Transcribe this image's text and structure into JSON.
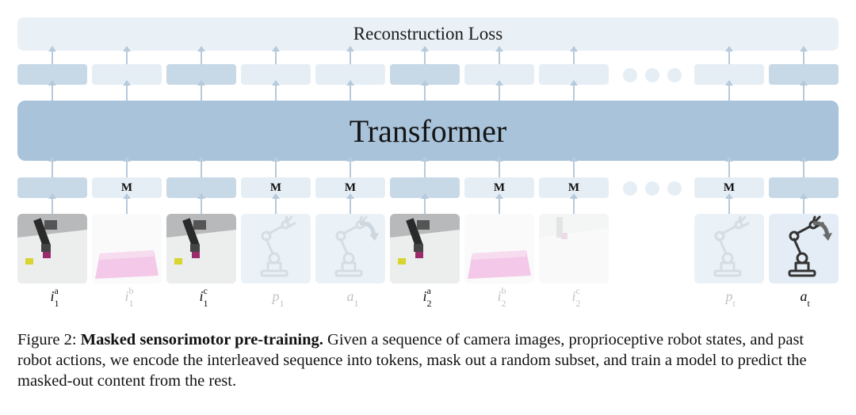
{
  "diagram": {
    "loss_label": "Reconstruction Loss",
    "transformer_label": "Transformer",
    "mask_token": "M",
    "columns": [
      {
        "id": "i1a",
        "base": "i",
        "sup": "a",
        "sub": "1",
        "kind": "camera",
        "masked": false
      },
      {
        "id": "i1b",
        "base": "i",
        "sup": "b",
        "sub": "1",
        "kind": "camera-pink",
        "masked": true
      },
      {
        "id": "i1c",
        "base": "i",
        "sup": "c",
        "sub": "1",
        "kind": "camera",
        "masked": false
      },
      {
        "id": "p1",
        "base": "p",
        "sup": "",
        "sub": "1",
        "kind": "proprio",
        "masked": true
      },
      {
        "id": "a1",
        "base": "a",
        "sup": "",
        "sub": "1",
        "kind": "action",
        "masked": true
      },
      {
        "id": "i2a",
        "base": "i",
        "sup": "a",
        "sub": "2",
        "kind": "camera",
        "masked": false
      },
      {
        "id": "i2b",
        "base": "i",
        "sup": "b",
        "sub": "2",
        "kind": "camera-pink",
        "masked": true
      },
      {
        "id": "i2c",
        "base": "i",
        "sup": "c",
        "sub": "2",
        "kind": "camera-faint",
        "masked": true
      },
      {
        "id": "pt",
        "base": "p",
        "sup": "",
        "sub": "t",
        "kind": "proprio",
        "masked": true
      },
      {
        "id": "at",
        "base": "a",
        "sup": "",
        "sub": "t",
        "kind": "action-dark",
        "masked": false
      }
    ]
  },
  "caption": {
    "figure": "Figure 2:",
    "title": "Masked sensorimotor pre-training.",
    "body": "Given a sequence of camera images, proprioceptive robot states, and past robot actions, we encode the interleaved sequence into tokens, mask out a random subset, and train a model to predict the masked-out content from the rest."
  },
  "colors": {
    "transformer": "#a9c3db",
    "token_active": "#c7d8e7",
    "token_masked": "#e6eef5",
    "loss_bar": "#e9f0f6"
  }
}
